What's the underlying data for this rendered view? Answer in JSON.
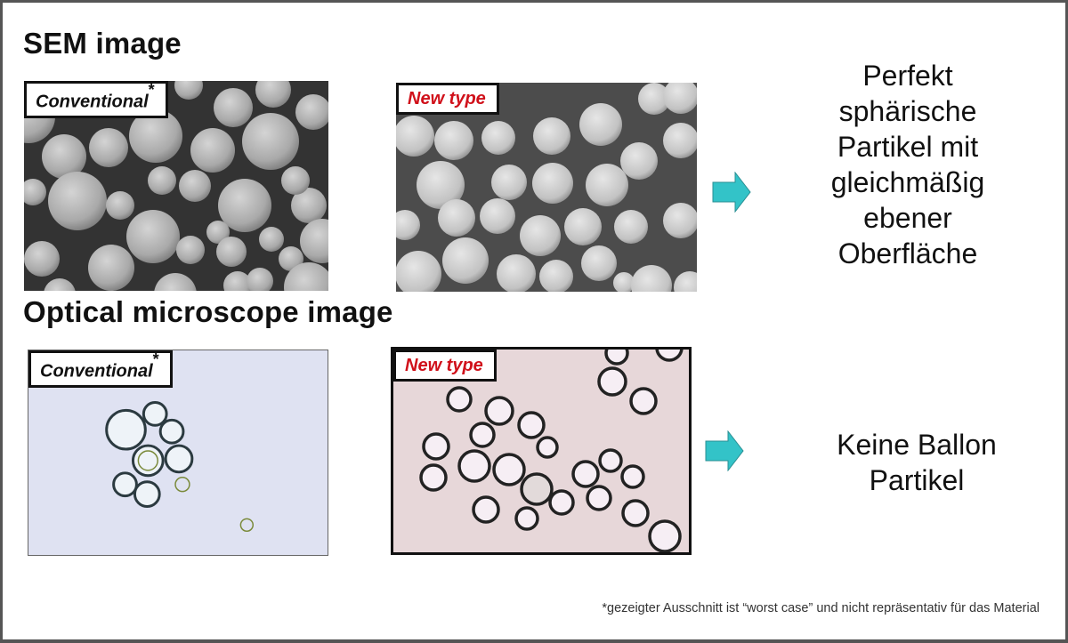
{
  "slide": {
    "colors": {
      "frame": "#555555",
      "accent_arrow": "#33c3c8",
      "new_type_label": "#d0101a",
      "sem_background": "#3a3a3a",
      "optical_conventional_background": "#dfe3f3",
      "optical_new_background": "#e6d6d8"
    },
    "sem_section": {
      "title": "SEM image",
      "conventional": {
        "label": "Conventional",
        "mark": "*"
      },
      "new_type": {
        "label": "New type"
      },
      "arrow_icon": "right-arrow",
      "result": [
        "Perfekt",
        "sphärische",
        "Partikel mit",
        "gleichmäßig",
        "ebener",
        "Oberfläche"
      ]
    },
    "optical_section": {
      "title": "Optical microscope image",
      "conventional": {
        "label": "Conventional",
        "mark": "*"
      },
      "new_type": {
        "label": "New type"
      },
      "arrow_icon": "right-arrow",
      "result": [
        "Keine Ballon",
        "Partikel"
      ]
    },
    "footnote": "*gezeigter Ausschnitt ist  “worst case” und nicht repräsentativ für das Material"
  }
}
